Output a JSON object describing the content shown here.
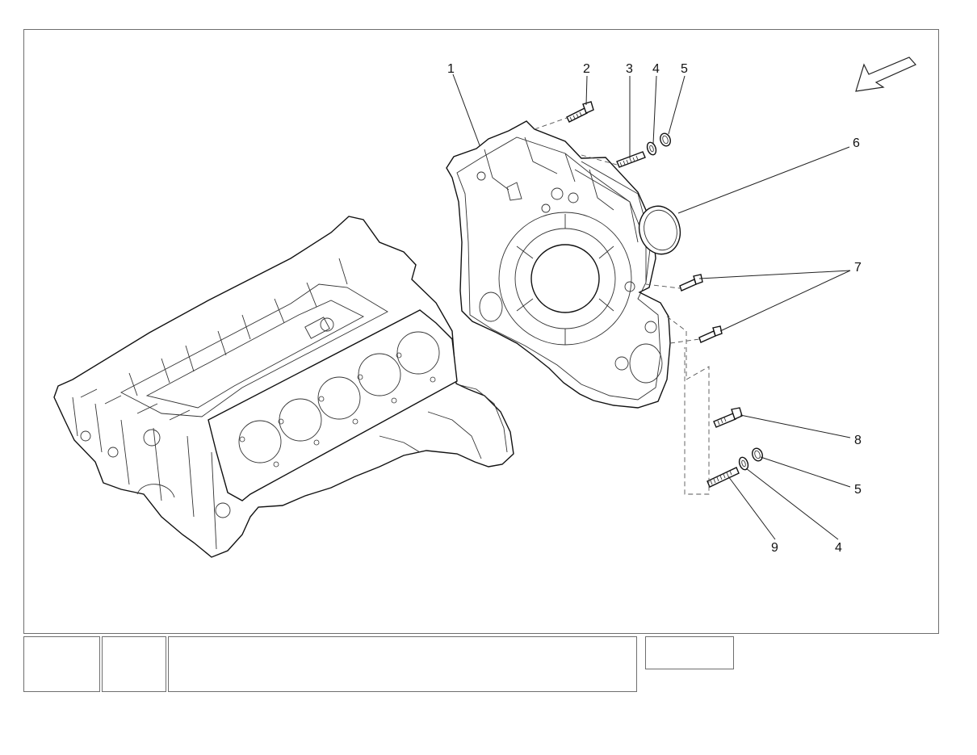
{
  "diagram": {
    "callouts": [
      {
        "id": "c1",
        "label": "1"
      },
      {
        "id": "c2",
        "label": "2"
      },
      {
        "id": "c3",
        "label": "3"
      },
      {
        "id": "c4a",
        "label": "4"
      },
      {
        "id": "c5a",
        "label": "5"
      },
      {
        "id": "c6",
        "label": "6"
      },
      {
        "id": "c7",
        "label": "7"
      },
      {
        "id": "c8",
        "label": "8"
      },
      {
        "id": "c5b",
        "label": "5"
      },
      {
        "id": "c9",
        "label": "9"
      },
      {
        "id": "c4b",
        "label": "4"
      }
    ],
    "direction_arrow": {
      "icon": "direction-arrow-icon"
    }
  },
  "title_block": {
    "cell_1": "",
    "cell_2": "",
    "cell_3": "",
    "cell_4": ""
  },
  "colors": {
    "line": "#111111",
    "frame": "#6e6e6e",
    "background": "#ffffff"
  }
}
